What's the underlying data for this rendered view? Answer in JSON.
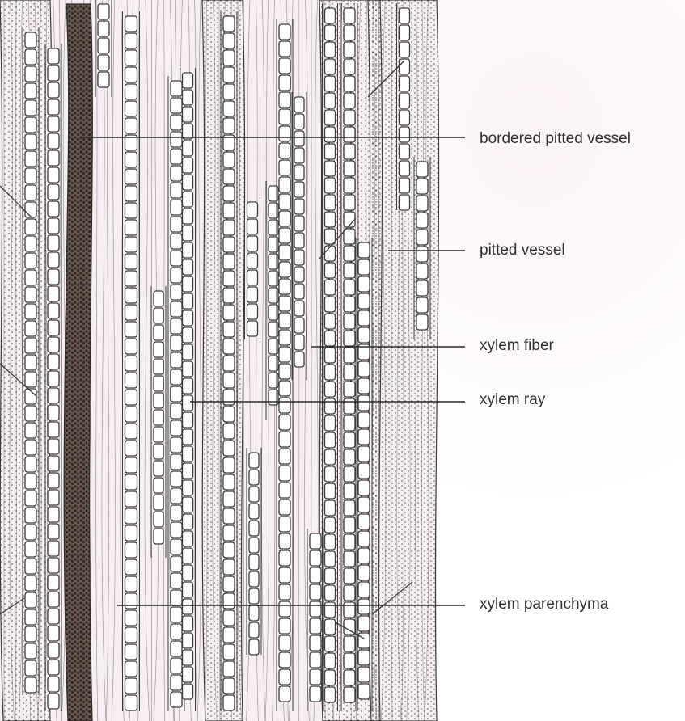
{
  "labels": {
    "bordered_pitted_vessel": "bordered pitted vessel",
    "pitted_vessel": "pitted vessel",
    "xylem_fiber": "xylem fiber",
    "xylem_ray": "xylem ray",
    "xylem_parenchyma": "xylem parenchyma"
  },
  "colors": {
    "ink": "#3a3a3a",
    "leader": "#2a2a2a",
    "paper": "#ffffff",
    "tissue_tint": "#f7eef3",
    "pit_dark": "#4a3a32"
  }
}
